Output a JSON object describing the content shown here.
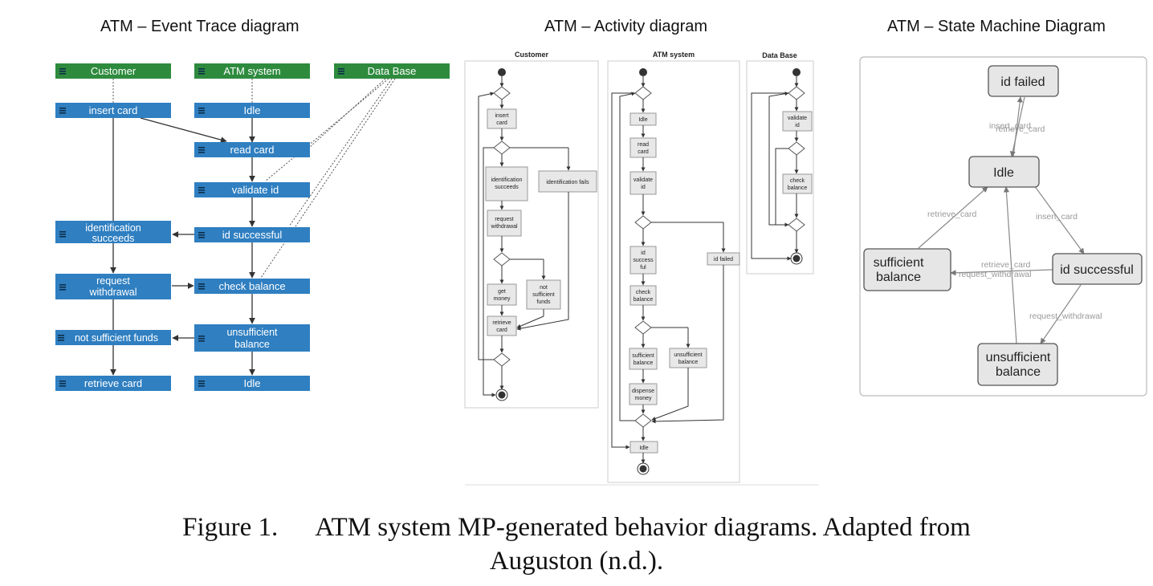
{
  "titles": {
    "event_trace": "ATM – Event Trace diagram",
    "activity": "ATM – Activity diagram",
    "state_machine": "ATM – State Machine Diagram"
  },
  "event_trace": {
    "lanes": [
      "Customer",
      "ATM system",
      "Data Base"
    ],
    "customer": [
      "insert card",
      "identification succeeds",
      "request withdrawal",
      "not sufficient funds",
      "retrieve card"
    ],
    "atm": [
      "Idle",
      "read card",
      "validate id",
      "id successful",
      "check balance",
      "unsufficient balance",
      "Idle"
    ]
  },
  "activity": {
    "lanes": [
      "Customer",
      "ATM system",
      "Data Base"
    ],
    "customer": [
      "insert card",
      "identification succeeds",
      "identification fails",
      "request withdrawal",
      "get money",
      "not sufficient funds",
      "retrieve card"
    ],
    "atm": [
      "Idle",
      "read card",
      "validate id",
      "id success ful",
      "id failed",
      "check balance",
      "sufficient balance",
      "unsufficient balance",
      "dispense money",
      "Idle"
    ],
    "database": [
      "validate id",
      "check balance"
    ]
  },
  "state_machine": {
    "states": [
      "id failed",
      "Idle",
      "sufficient balance",
      "id successful",
      "unsufficient balance"
    ],
    "transitions": [
      "insert_card",
      "retrieve_card",
      "retrieve_card",
      "insert_card",
      "retrieve_card",
      "request_withdrawal",
      "request_withdrawal"
    ]
  },
  "caption": {
    "number": "Figure 1.",
    "text_line1": "ATM system MP-generated behavior diagrams. Adapted from",
    "text_line2": "Auguston (n.d.)."
  }
}
